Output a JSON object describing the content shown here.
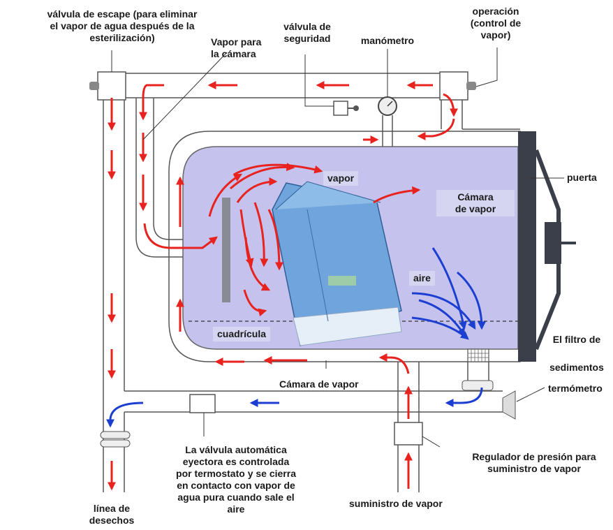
{
  "labels": {
    "exhaust_valve": [
      "válvula de escape (para eliminar",
      "el vapor de agua después de la",
      "esterilización)"
    ],
    "steam_to_chamber": [
      "Vapor para",
      "la cámara"
    ],
    "safety_valve": [
      "válvula de",
      "seguridad"
    ],
    "pressure_gauge": "manómetro",
    "operation": [
      "operación",
      "(control de",
      "vapor)"
    ],
    "door": "puerta",
    "steam_in_chamber": "vapor",
    "steam_chamber": [
      "Cámara",
      "de vapor"
    ],
    "air": "aire",
    "grid": "cuadrícula",
    "sediment_filter": [
      "El filtro de",
      "sedimentos"
    ],
    "steam_jacket": "Cámara de vapor",
    "thermometer": "termómetro",
    "ejector_valve": [
      "La válvula automática",
      "eyectora es controlada",
      "por termostato y se cierra",
      "en contacto con vapor de",
      "agua pura cuando sale el",
      "aire"
    ],
    "pressure_regulator": [
      "Regulador de presión para",
      "suministro de vapor"
    ],
    "steam_supply": "suministro de vapor",
    "waste_line": [
      "línea de",
      "desechos"
    ]
  },
  "colors": {
    "steam_arrow": "#e8231f",
    "air_arrow": "#1d3fd1",
    "chamber_fill": "#c5c3ee",
    "pipe_stroke": "#555555",
    "door": "#3b3f4a",
    "package": "#6fa4dc"
  }
}
